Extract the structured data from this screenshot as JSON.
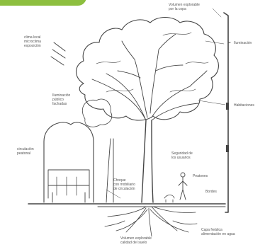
{
  "labels": {
    "top_volume": "Volumen explorable\npor la copa",
    "left_climate": "clima local\nmicroclima\nexposición",
    "right_building": "Iluminación",
    "mid_left": "Iluminación\npúblico\nfachadas",
    "right_mid": "Habitaciones",
    "left_lower": "circulación\npeatonal",
    "center_trunk": "Seguridad de\nlos usuarios",
    "right_lower_a": "Peatones",
    "right_lower_b": "Bordes",
    "bottom_left": "Choque\ncon mobiliario\nde circulación",
    "bottom_center": "Volumen explorable\ncalidad del suelo",
    "bottom_right": "Capa freática\nalimentación en agua"
  },
  "colors": {
    "header_tag": "#8dbf3f",
    "ink": "#444444",
    "text": "#555555"
  }
}
